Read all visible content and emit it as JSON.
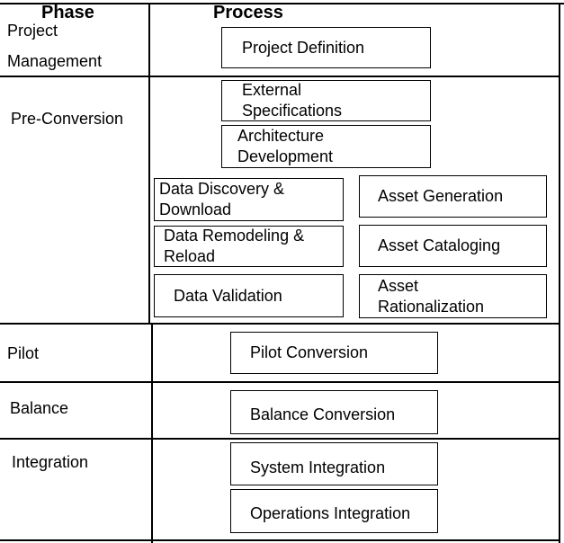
{
  "headers": {
    "phase": "Phase",
    "process": "Process"
  },
  "phases": [
    {
      "name": "Project\nManagement"
    },
    {
      "name": "Pre-Conversion"
    },
    {
      "name": "Pilot"
    },
    {
      "name": "Balance"
    },
    {
      "name": "Integration"
    }
  ],
  "processes": {
    "project_definition": "Project Definition",
    "external_specifications": "External\nSpecifications",
    "architecture_development": "Architecture\nDevelopment",
    "data_discovery_download": "Data Discovery &\nDownload",
    "asset_generation": "Asset Generation",
    "data_remodeling_reload": "Data Remodeling &\nReload",
    "asset_cataloging": "Asset Cataloging",
    "data_validation": "Data Validation",
    "asset_rationalization": "Asset\nRationalization",
    "pilot_conversion": "Pilot Conversion",
    "balance_conversion": "Balance Conversion",
    "system_integration": "System Integration",
    "operations_integration": "Operations Integration"
  }
}
